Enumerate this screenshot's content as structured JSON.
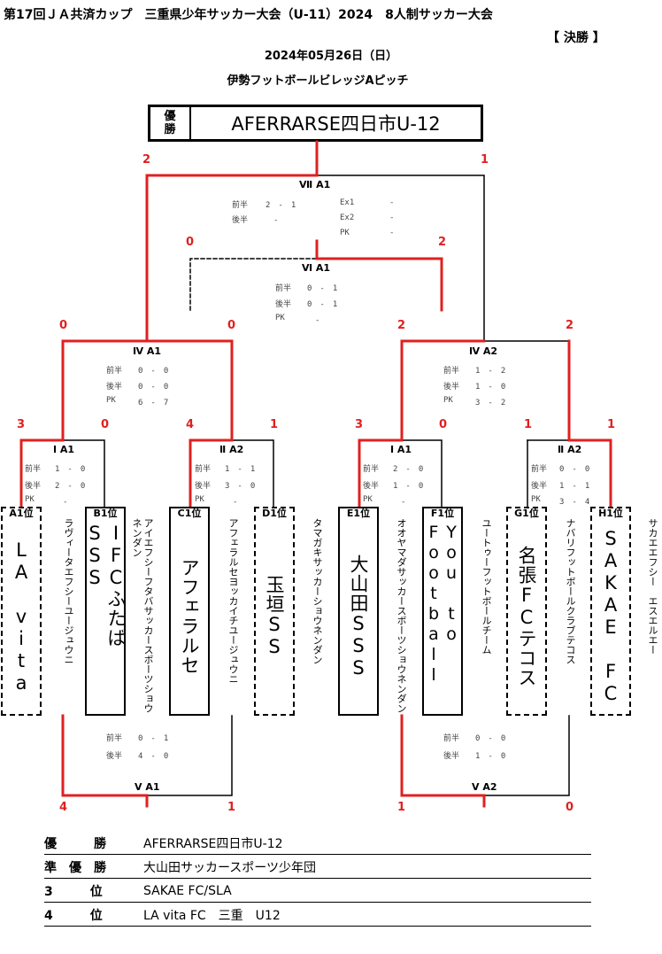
{
  "header": {
    "title": "第17回ＪＡ共済カップ　三重県少年サッカー大会（U-11）2024　8人制サッカー大会",
    "stage": "【 決勝 】",
    "date": "2024年05月26日（日）",
    "venue": "伊勢フットボールビレッジAピッチ"
  },
  "champion": {
    "tag_top": "優",
    "tag_bottom": "勝",
    "name": "AFERRARSE四日市U-12"
  },
  "matches": {
    "final": {
      "label": "Ⅶ A1",
      "score_left": "2",
      "score_right": "1",
      "rows": [
        [
          "前半",
          "2　-　1"
        ],
        [
          "後半",
          "　-"
        ]
      ],
      "extra": [
        [
          "Ex1",
          "-"
        ],
        [
          "Ex2",
          "-"
        ],
        [
          "PK",
          "-"
        ]
      ]
    },
    "third": {
      "label": "Ⅵ A1",
      "score_left": "0",
      "score_right": "2",
      "rows": [
        [
          "前半",
          "0　-　1"
        ],
        [
          "後半",
          "0　-　1"
        ],
        [
          "PK",
          "　-"
        ]
      ]
    },
    "sf_left": {
      "label": "Ⅳ A1",
      "score_left": "0",
      "score_right": "0",
      "rows": [
        [
          "前半",
          "0　-　0"
        ],
        [
          "後半",
          "0　-　0"
        ],
        [
          "PK",
          "6　-　7"
        ]
      ]
    },
    "sf_right": {
      "label": "Ⅳ A2",
      "score_left": "2",
      "score_right": "2",
      "rows": [
        [
          "前半",
          "1　-　2"
        ],
        [
          "後半",
          "1　-　0"
        ],
        [
          "PK",
          "3　-　2"
        ]
      ]
    },
    "qf1": {
      "label": "Ⅰ A1",
      "score_left": "3",
      "score_right": "0",
      "rows": [
        [
          "前半",
          "1　-　0"
        ],
        [
          "後半",
          "2　-　0"
        ],
        [
          "PK",
          "　-"
        ]
      ]
    },
    "qf2": {
      "label": "Ⅱ A2",
      "score_left": "4",
      "score_right": "1",
      "rows": [
        [
          "前半",
          "1　-　1"
        ],
        [
          "後半",
          "3　-　0"
        ],
        [
          "PK",
          "　-"
        ]
      ]
    },
    "qf3": {
      "label": "Ⅰ A1",
      "score_left": "3",
      "score_right": "0",
      "rows": [
        [
          "前半",
          "2　-　0"
        ],
        [
          "後半",
          "1　-　0"
        ],
        [
          "PK",
          "　-"
        ]
      ]
    },
    "qf4": {
      "label": "Ⅱ A2",
      "score_left": "1",
      "score_right": "1",
      "rows": [
        [
          "前半",
          "0　-　0"
        ],
        [
          "後半",
          "1　-　1"
        ],
        [
          "PK",
          "3　-　4"
        ]
      ]
    },
    "cons_left": {
      "label": "Ⅴ A1",
      "score_left": "4",
      "score_right": "1",
      "rows": [
        [
          "前半",
          "0　-　1"
        ],
        [
          "後半",
          "4　-　0"
        ]
      ]
    },
    "cons_right": {
      "label": "Ⅴ A2",
      "score_left": "1",
      "score_right": "0",
      "rows": [
        [
          "前半",
          "0　-　0"
        ],
        [
          "後半",
          "1　-　0"
        ]
      ]
    }
  },
  "teams": [
    {
      "slot": "A1位",
      "name": "LA vita",
      "kana": "ラヴィータエフシーユージュウニ"
    },
    {
      "slot": "B1位",
      "name": "IFCふたばSSS",
      "kana": "アイエフシーフタバサッカースポーツショウネンダン"
    },
    {
      "slot": "C1位",
      "name": "アフェラルセ",
      "kana": "アフェラルセヨッカイチユージュウニ"
    },
    {
      "slot": "D1位",
      "name": "玉垣SS",
      "kana": "タマガキサッカーショウネンダン"
    },
    {
      "slot": "E1位",
      "name": "大山田SSS",
      "kana": "オオヤマダサッカースポーツショウネンダン"
    },
    {
      "slot": "F1位",
      "name": "You to Football",
      "kana": "ユートゥーフットボールチーム"
    },
    {
      "slot": "G1位",
      "name": "名張FCテコス",
      "kana": "ナバリフットボールクラブテコス"
    },
    {
      "slot": "H1位",
      "name": "SAKAE FC",
      "kana": "サカエエフシー　エスエルエー"
    }
  ],
  "final_ranking": [
    {
      "rank": "優　　　勝",
      "team": "AFERRARSE四日市U-12"
    },
    {
      "rank": "準　優　勝",
      "team": "大山田サッカースポーツ少年団"
    },
    {
      "rank": "3　　　位",
      "team": "SAKAE FC/SLA"
    },
    {
      "rank": "4　　　位",
      "team": "LA vita FC　三重　U12"
    }
  ],
  "colors": {
    "winner_line": "#e02020",
    "line": "#000000"
  }
}
